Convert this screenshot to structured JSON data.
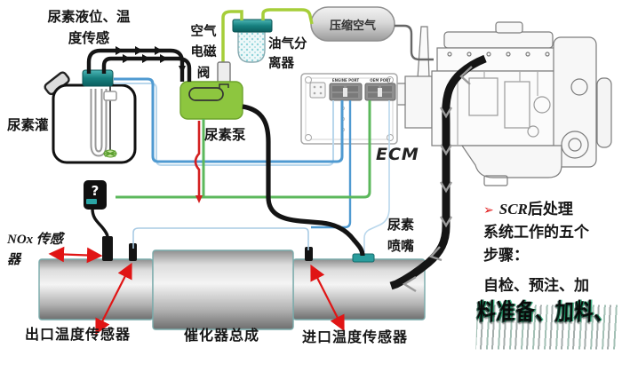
{
  "diagram": {
    "labels": {
      "tank_sensor": "尿素液位、温\n度传感",
      "tank": "尿素灌",
      "air_valve": "空气\n电磁\n阀",
      "separator": "油气分\n离器",
      "compressed_air": "压缩空气",
      "pump": "尿素泵",
      "ecm": "ECM",
      "ecm_port_left": "ENGINE PORT",
      "ecm_port_right": "OEM PORT",
      "nozzle": "尿素\n喷嘴",
      "nox_box": "?",
      "nox_sensor": "NOx 传感\n器",
      "outlet_sensor": "出口温度传感器",
      "catalyst": "催化器总成",
      "inlet_sensor": "进口温度传感器"
    },
    "notes": {
      "bullet": "➢",
      "title_en": "SCR",
      "title_zh": "后处理",
      "line2": "系统工作的五个",
      "line3": "步骤：",
      "line4": "自检、预注、加",
      "line5_glitched": "料准备、加料、"
    },
    "colors": {
      "pump_green": "#8dc63f",
      "tube_green": "#a6ce39",
      "teal": "#1e8e8e",
      "wire_blue": "#4f9ad1",
      "wire_pale_blue": "#b9d7ec",
      "wire_green": "#5cb85c",
      "wire_red": "#d42020",
      "label_arrow_red": "#e01515",
      "hose_black": "#141414"
    }
  }
}
